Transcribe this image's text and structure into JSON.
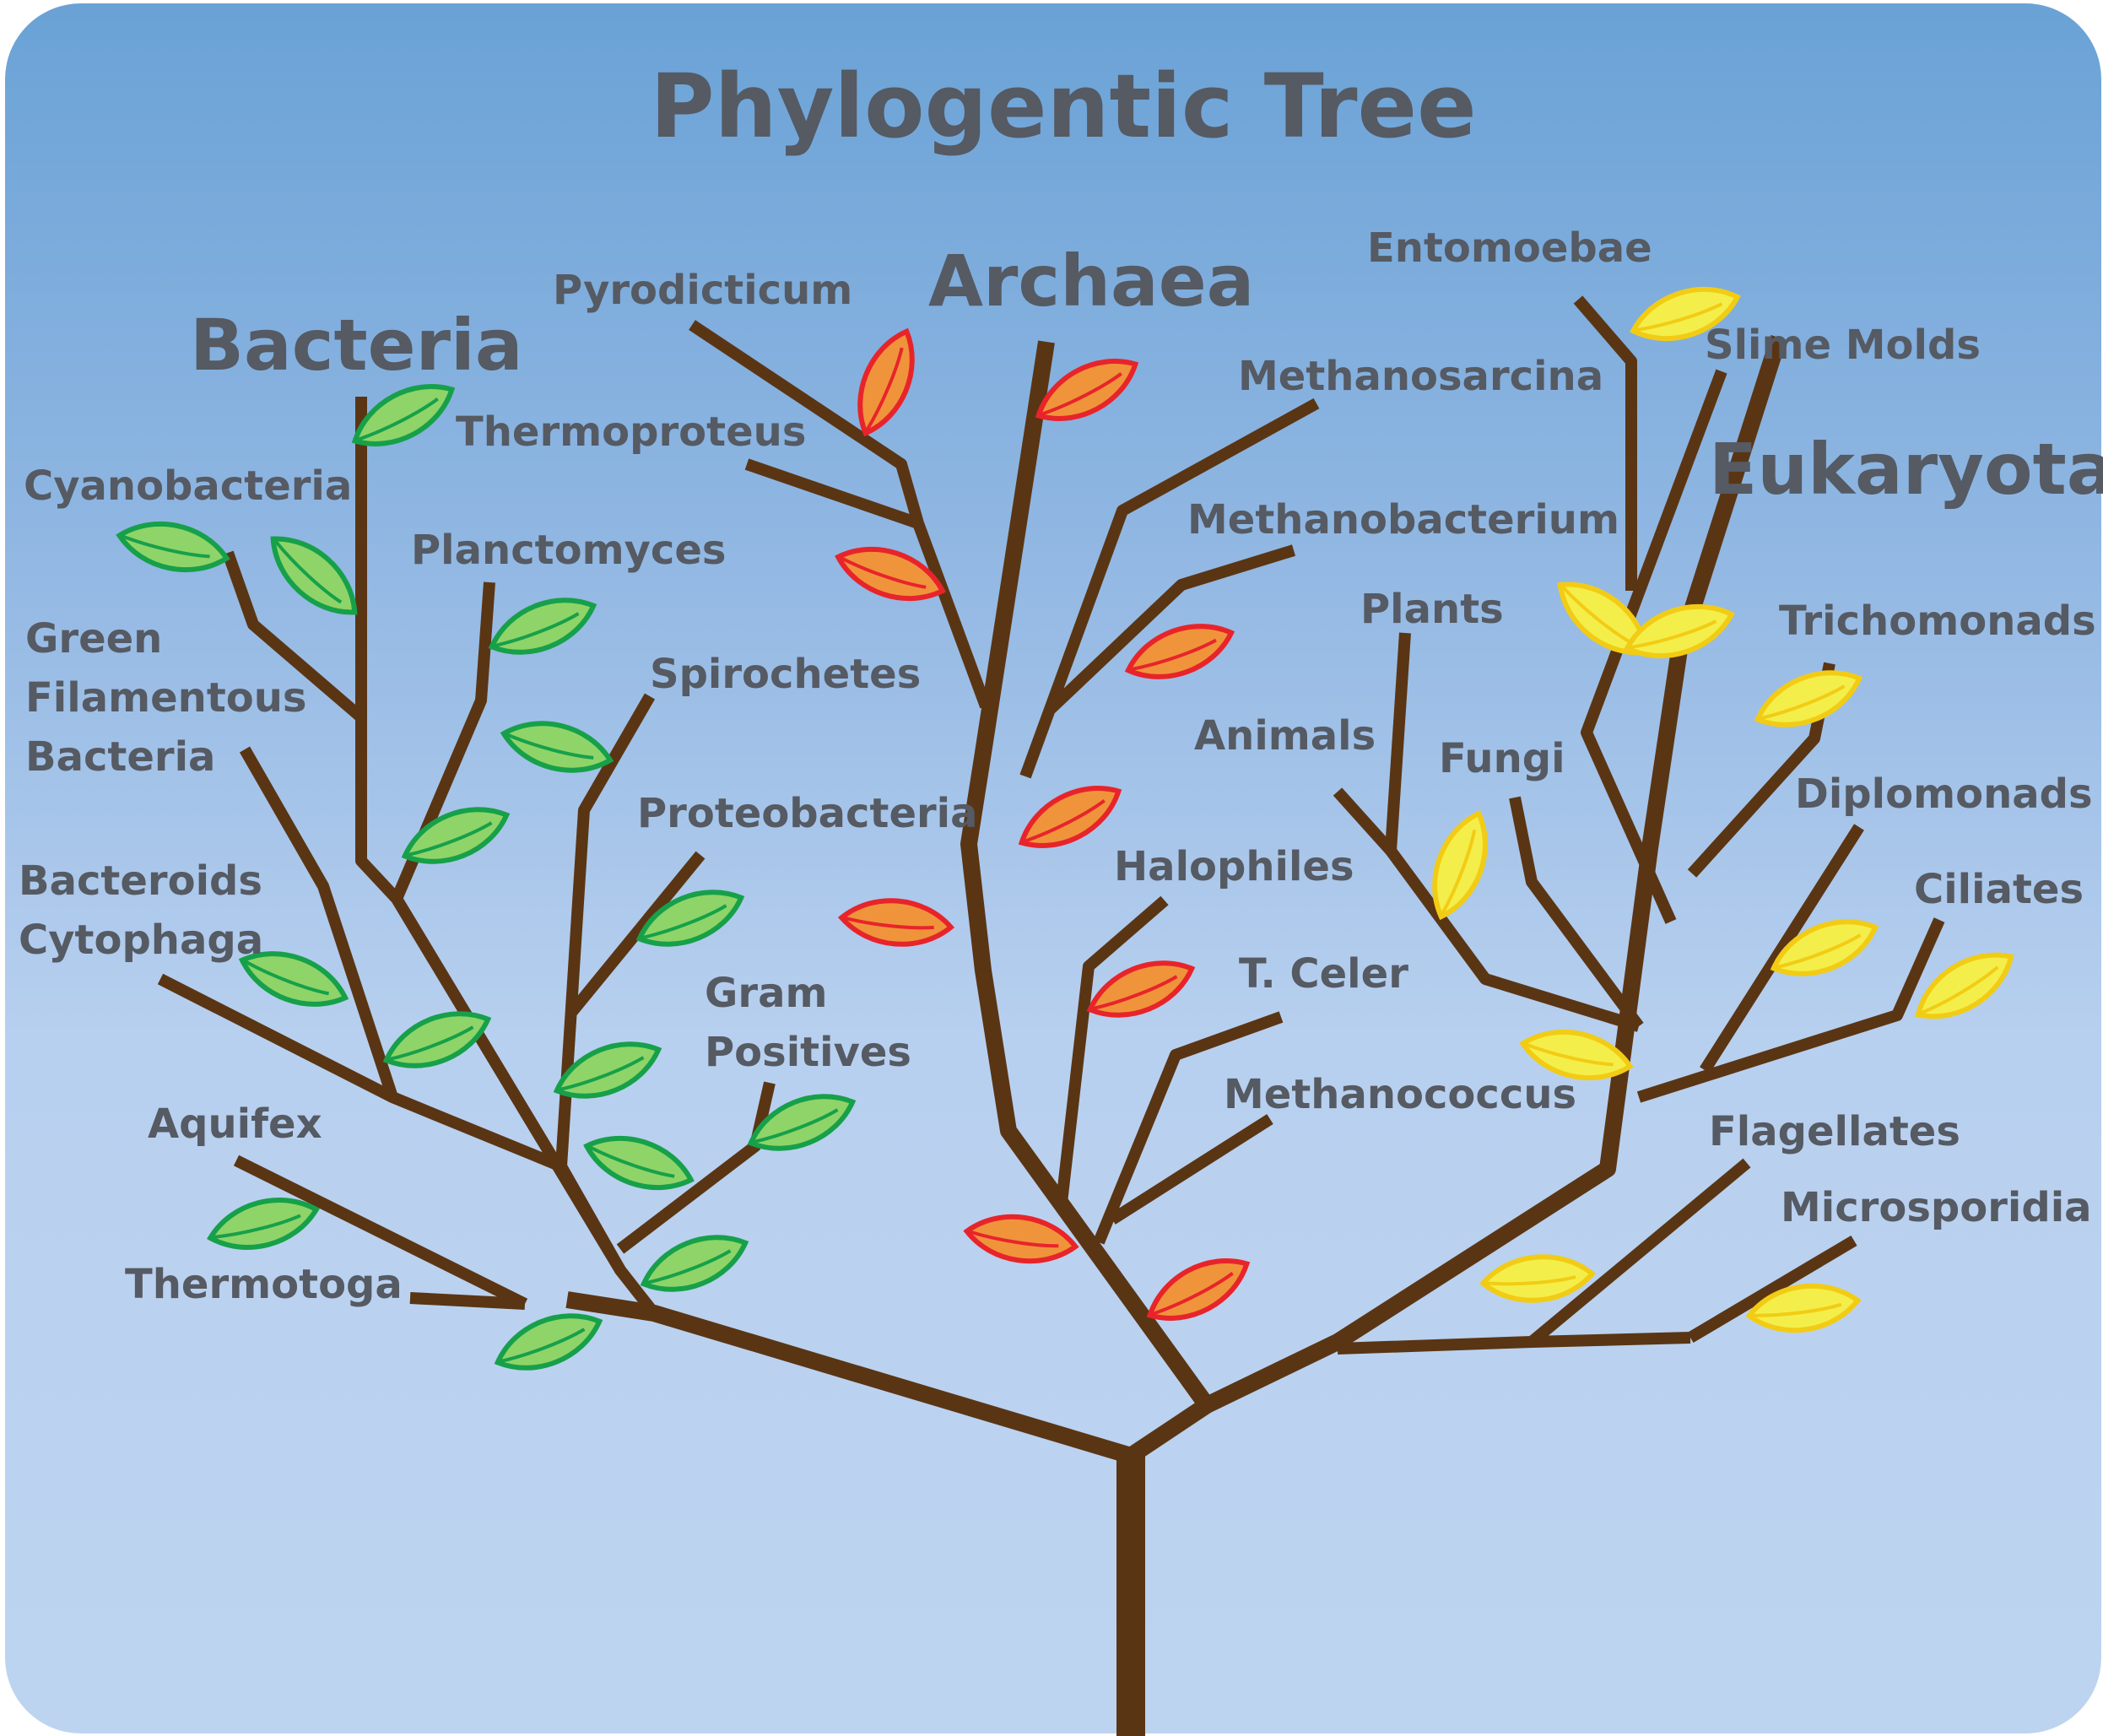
{
  "title": "Phylogentic Tree",
  "domains": {
    "bacteria": {
      "name": "Bacteria",
      "leaf_color": "#8fd468",
      "leaf_outline": "#17a04a"
    },
    "archaea": {
      "name": "Archaea",
      "leaf_color": "#f0943c",
      "leaf_outline": "#e8242a"
    },
    "eukaryota": {
      "name": "Eukaryota",
      "leaf_color": "#f4ee4a",
      "leaf_outline": "#f2cc14"
    }
  },
  "trunk_color": "#5a3514",
  "labels": {
    "cyanobacteria": "Cyanobacteria",
    "planctomyces": "Planctomyces",
    "green_filamentous_1": "Green",
    "green_filamentous_2": "Filamentous",
    "green_filamentous_3": "Bacteria",
    "spirochetes": "Spirochetes",
    "proteobacteria": "Proteobacteria",
    "bacteroids_1": "Bacteroids",
    "bacteroids_2": "Cytophaga",
    "gram_positives_1": "Gram",
    "gram_positives_2": "Positives",
    "aquifex": "Aquifex",
    "thermotoga": "Thermotoga",
    "pyrodicticum": "Pyrodicticum",
    "thermoproteus": "Thermoproteus",
    "methanosarcina": "Methanosarcina",
    "methanobacterium": "Methanobacterium",
    "halophiles": "Halophiles",
    "t_celer": "T. Celer",
    "methanococcus": "Methanococcus",
    "entomoebae": "Entomoebae",
    "slime_molds": "Slime Molds",
    "plants": "Plants",
    "trichomonads": "Trichomonads",
    "animals": "Animals",
    "fungi": "Fungi",
    "diplomonads": "Diplomonads",
    "ciliates": "Ciliates",
    "flagellates": "Flagellates",
    "microsporidia": "Microsporidia"
  }
}
